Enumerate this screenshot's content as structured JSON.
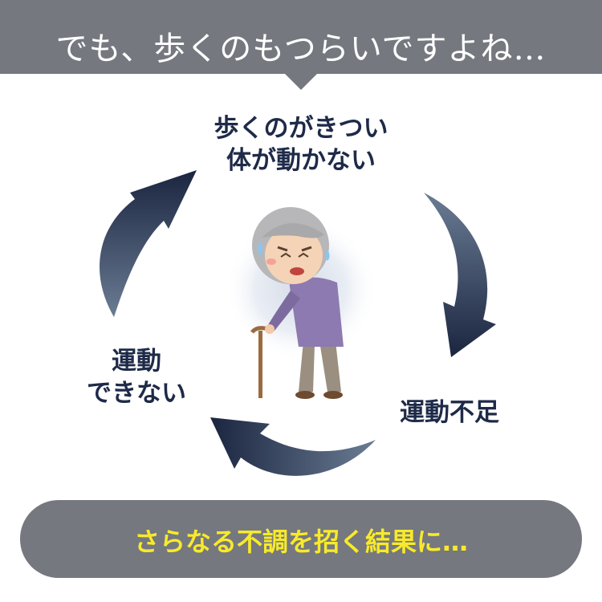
{
  "banner": {
    "title": "でも、歩くのもつらいですよね…"
  },
  "cycle": {
    "top": {
      "line1": "歩くのがきつい",
      "line2": "体が動かない"
    },
    "right": {
      "line1": "運動不足"
    },
    "left": {
      "line1": "運動",
      "line2": "できない"
    }
  },
  "footer": {
    "text": "さらなる不調を招く結果に…"
  },
  "colors": {
    "banner": "#75787f",
    "arrow_dark": "#1b2540",
    "arrow_light": "#5d7089",
    "label": "#1e2a48",
    "footer_text": "#f8ea2a"
  },
  "icons": {
    "center": "elderly-person-with-cane-illustration"
  }
}
